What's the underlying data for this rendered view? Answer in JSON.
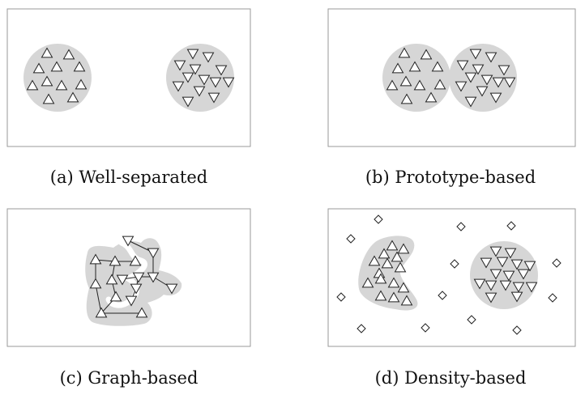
{
  "panels": [
    {
      "id": "a",
      "caption": "(a)  Well-separated"
    },
    {
      "id": "b",
      "caption": "(b)  Prototype-based"
    },
    {
      "id": "c",
      "caption": "(c)  Graph-based"
    },
    {
      "id": "d",
      "caption": "(d)  Density-based"
    }
  ],
  "colors": {
    "cluster_fill": "#d6d6d6",
    "marker_stroke": "#222222",
    "frame_stroke": "#9a9a9a"
  },
  "icons": {
    "triangle_up": "triangle-up-icon",
    "triangle_down": "triangle-down-icon",
    "diamond": "diamond-icon"
  }
}
